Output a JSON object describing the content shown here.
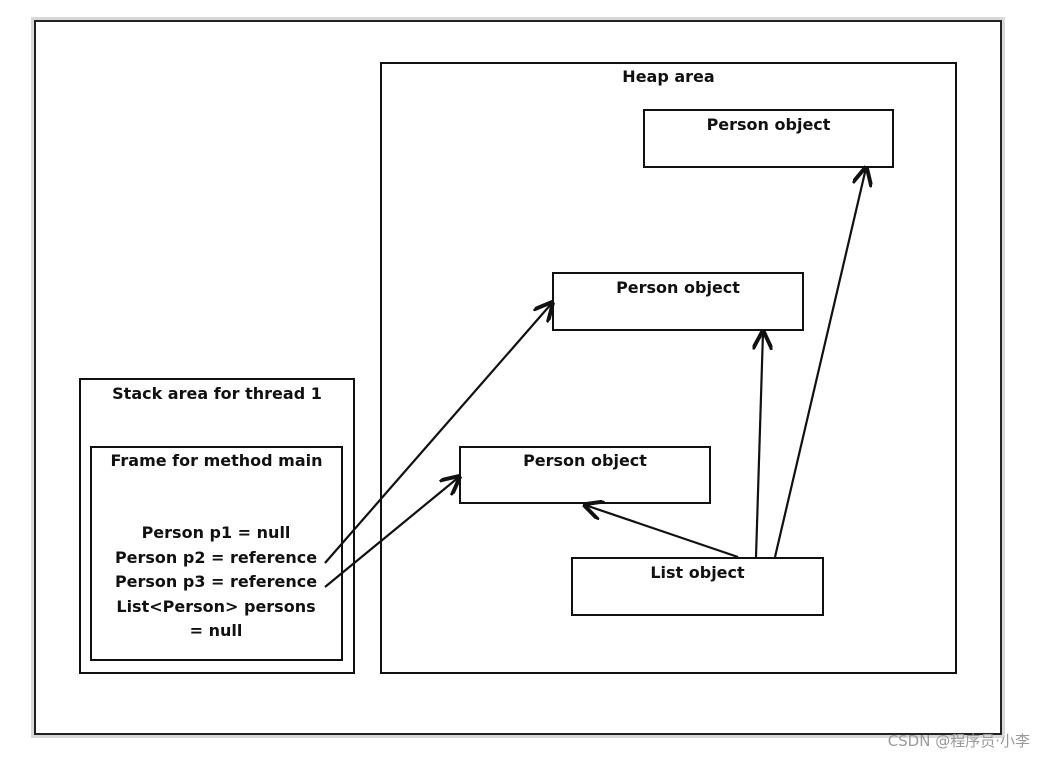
{
  "heap": {
    "title": "Heap area",
    "person_objects": [
      {
        "label": "Person object"
      },
      {
        "label": "Person object"
      },
      {
        "label": "Person object"
      }
    ],
    "list_object": {
      "label": "List object"
    }
  },
  "stack": {
    "title": "Stack area for thread 1",
    "frame": {
      "title": "Frame for method main",
      "lines": [
        "Person p1 = null",
        "Person p2 = reference",
        "Person p3 = reference",
        "List<Person> persons",
        "= null"
      ]
    }
  },
  "watermark": "CSDN @程序员·小李",
  "colors": {
    "stroke": "#111111",
    "watermark": "#9a9a9a"
  }
}
